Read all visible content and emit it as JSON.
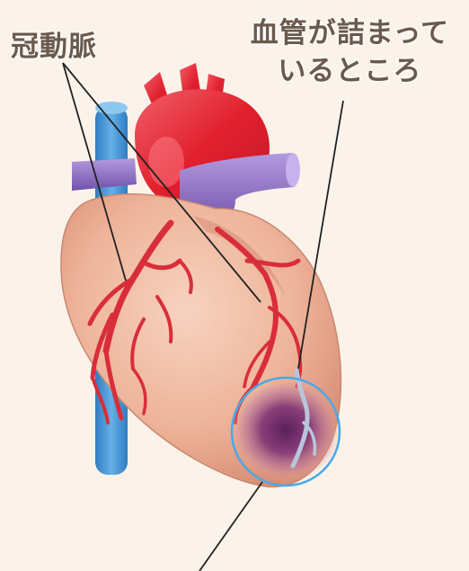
{
  "labels": {
    "coronary_artery": "冠動脈",
    "blockage_line1": "血管が詰まって",
    "blockage_line2": "いるところ"
  },
  "colors": {
    "background": "#fbf3ea",
    "heart_muscle": "#eeb49a",
    "artery_red": "#e23a45",
    "vein_blue": "#3f8fd0",
    "vessel_purple": "#8c6ac0",
    "infarct": "#6a2a6a",
    "label_text": "#6a5a4e",
    "leader_line": "#222222",
    "highlight_ring": "#4aa8e8"
  }
}
